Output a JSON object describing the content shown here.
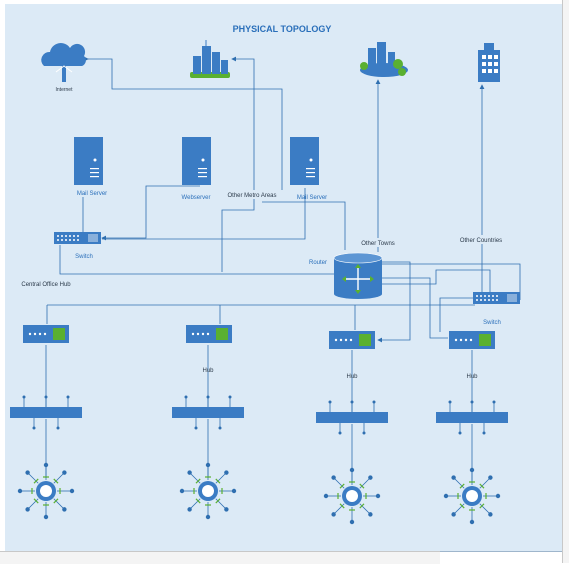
{
  "diagram": {
    "title": "PHYSICAL TOPOLOGY",
    "labels": {
      "internet": "Internet",
      "mail_server_1": "Mail Server",
      "webserver": "Webserver",
      "mail_server_2": "Mail Server",
      "other_metro": "Other Metro Areas",
      "other_towns": "Other Towns",
      "other_countries": "Other Countries",
      "switch_left": "Switch",
      "router": "Router",
      "central_office_hub": "Central Office Hub",
      "switch_right": "Switch",
      "hub_2": "Hub",
      "hub_3": "Hub",
      "hub_4": "Hub"
    },
    "colors": {
      "background": "#dceaf6",
      "line": "#2f6fb0",
      "device": "#3b7cc4",
      "label": "#2a6fba",
      "dark_label": "#2b3a4a",
      "node": "#5ab030"
    }
  }
}
